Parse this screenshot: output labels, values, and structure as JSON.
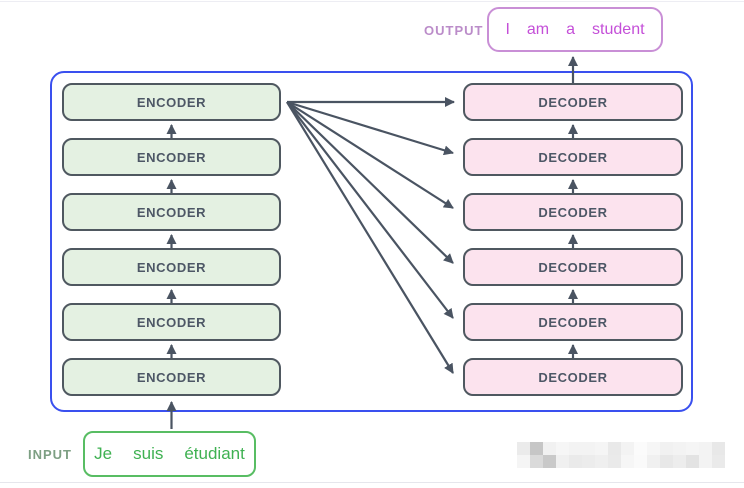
{
  "colors": {
    "blue": "#3a50ef",
    "box_border": "#4f5860",
    "box_text": "#4d5766",
    "encoder_fill": "#e4f1e2",
    "decoder_fill": "#fce3ee",
    "green_border": "#58bd63",
    "green_text": "#3fb152",
    "green_label": "#7d9f83",
    "purple_border": "#c98fd6",
    "purple_text": "#c44fd8",
    "purple_label": "#bb8cc9",
    "arrow": "#4a5462"
  },
  "output": {
    "label": "OUTPUT",
    "words": [
      "I",
      "am",
      "a",
      "student"
    ]
  },
  "input": {
    "label": "INPUT",
    "words": [
      "Je",
      "suis",
      "étudiant"
    ]
  },
  "encoder_stack": [
    "ENCODER",
    "ENCODER",
    "ENCODER",
    "ENCODER",
    "ENCODER",
    "ENCODER"
  ],
  "decoder_stack": [
    "DECODER",
    "DECODER",
    "DECODER",
    "DECODER",
    "DECODER",
    "DECODER"
  ],
  "watermark_rows": [
    [
      "#ebebeb",
      "#c6c6c6",
      "#f1f1f1",
      "#f6f6f6",
      "#f3f3f3",
      "#f3f3f3",
      "#f5f5f5",
      "#e9e9e9",
      "#f3f3f3",
      "#fbfbfb",
      "#f6f6f6",
      "#f1f1f1",
      "#f3f3f3",
      "#f5f5f5",
      "#f3f3f3",
      "#e8e8e8"
    ],
    [
      "#f5f5f5",
      "#dadada",
      "#c9c9c9",
      "#f0f0f0",
      "#eaeaea",
      "#ececec",
      "#efefef",
      "#eaeaea",
      "#f6f6f6",
      "#fafafa",
      "#f0f0f0",
      "#e8e8e8",
      "#ededed",
      "#e3e3e3",
      "#f3f3f3",
      "#eaeaea"
    ]
  ]
}
